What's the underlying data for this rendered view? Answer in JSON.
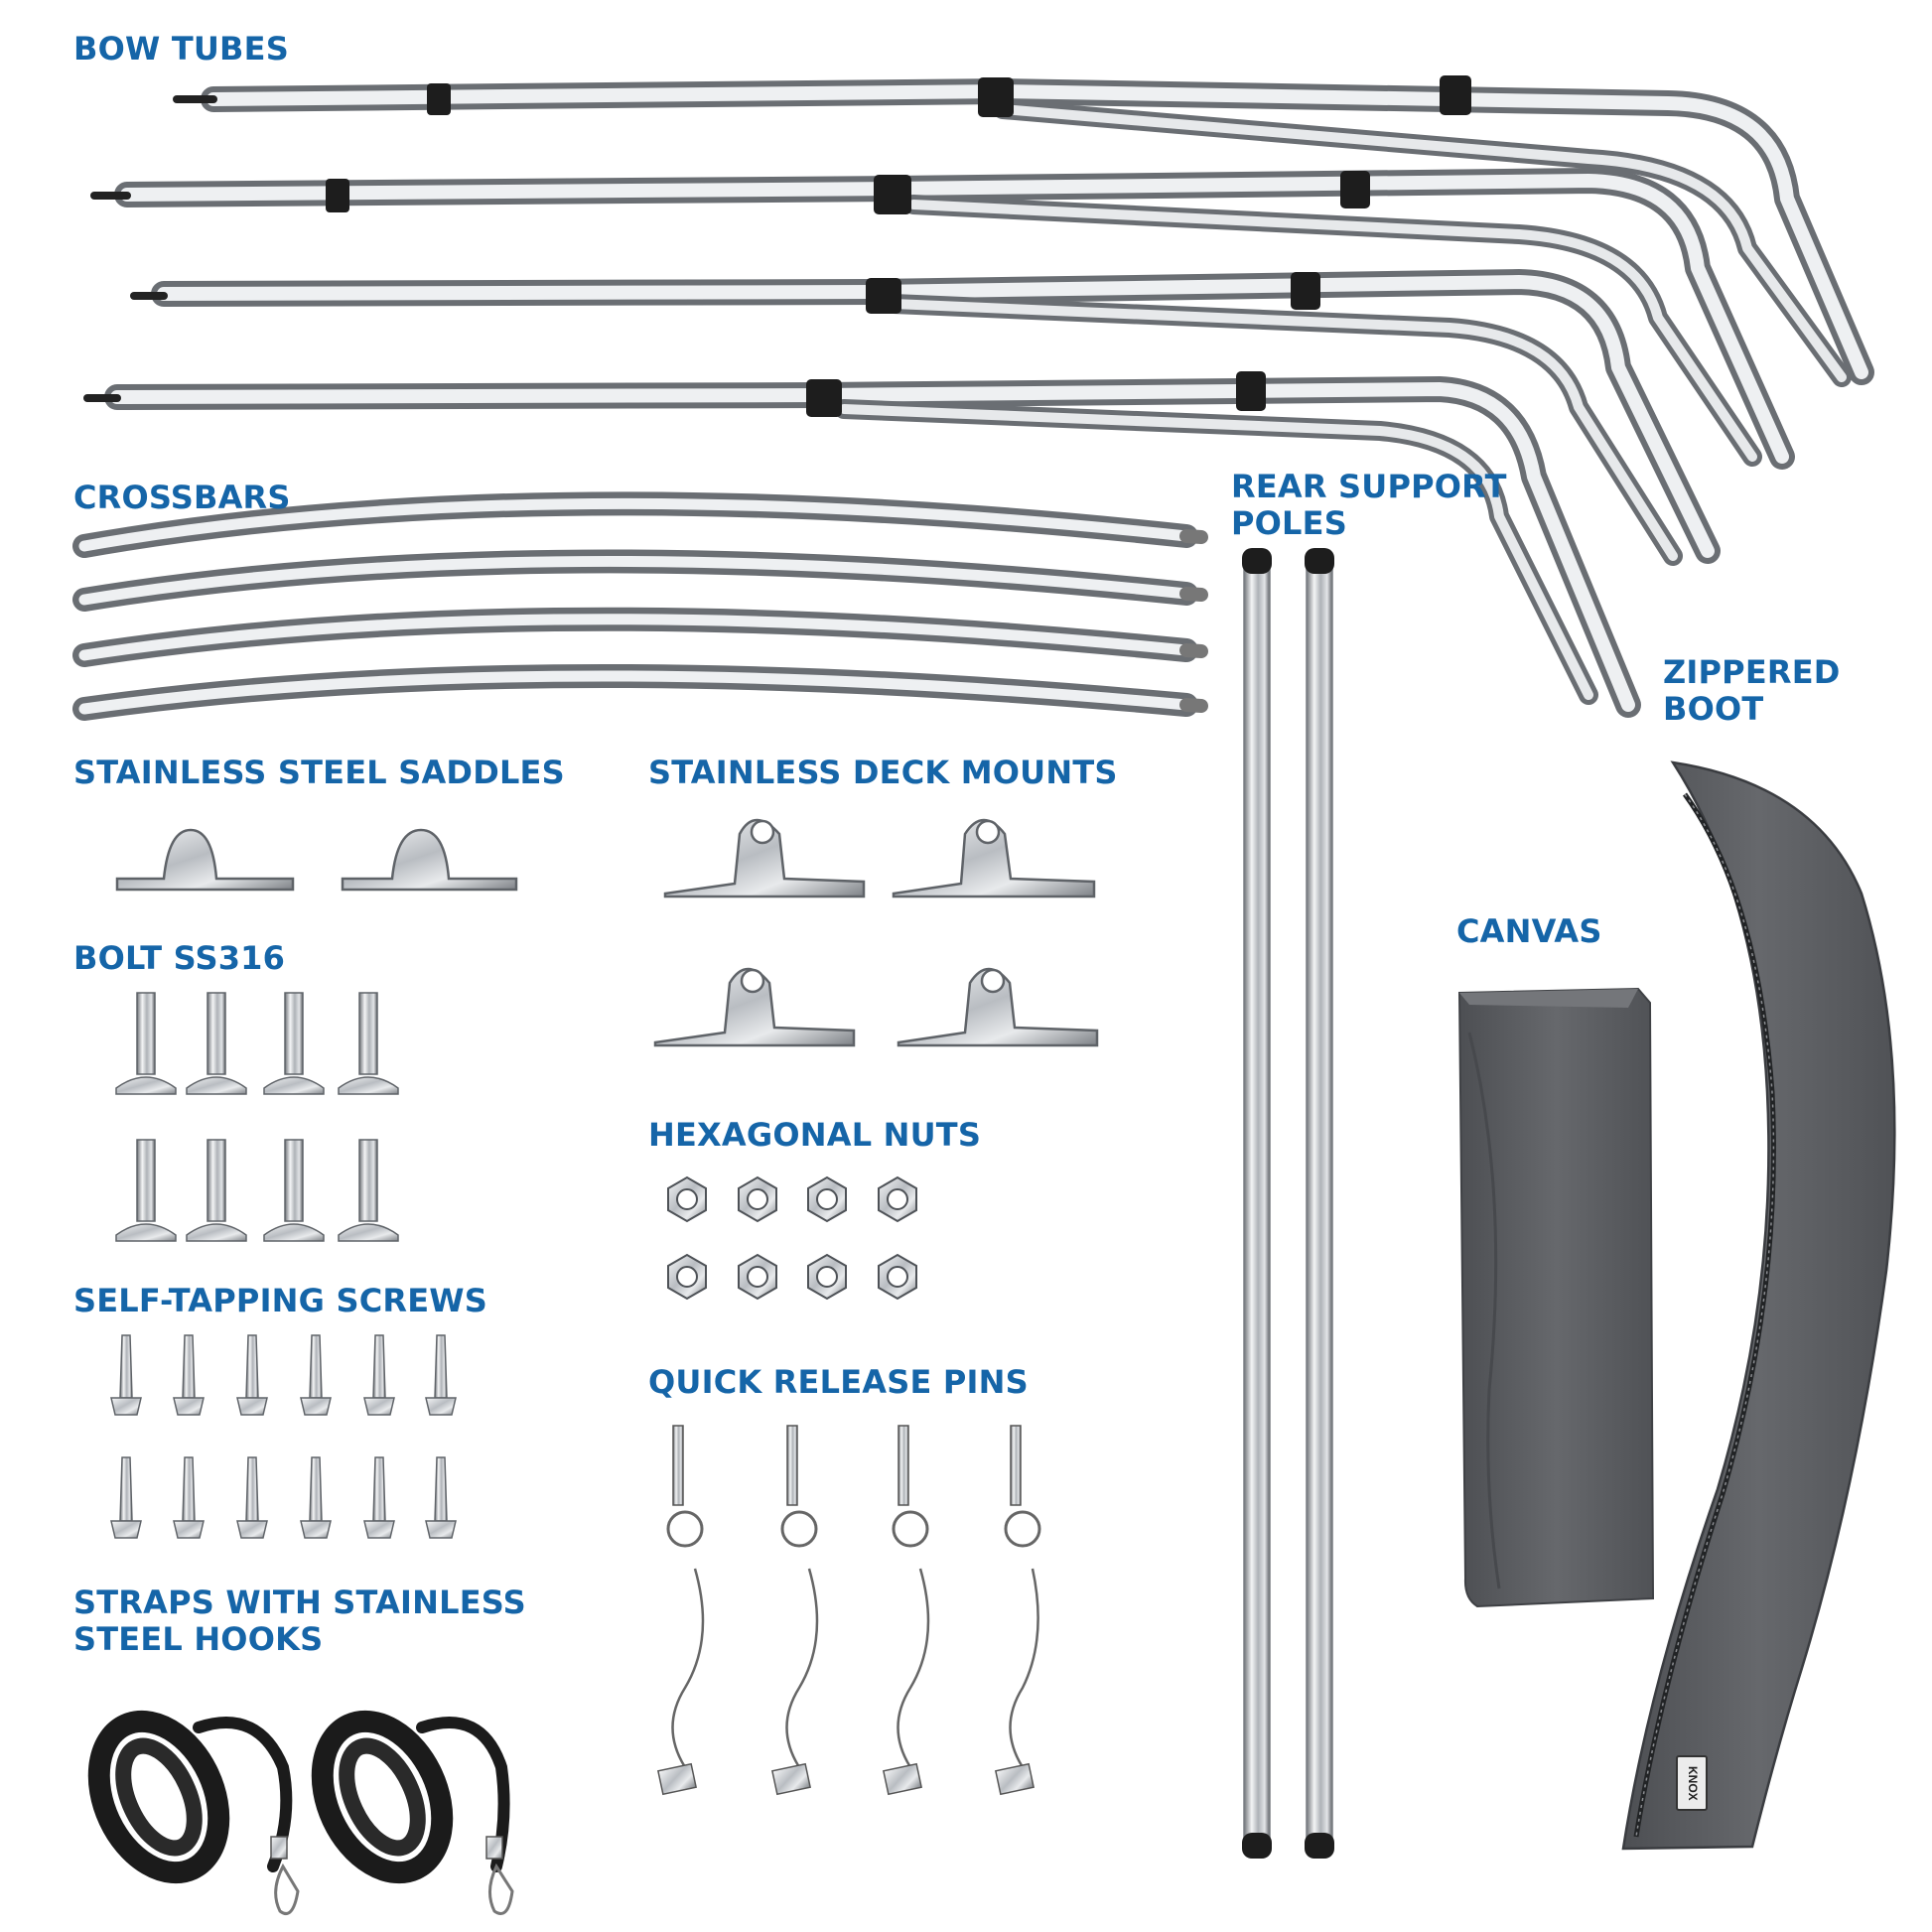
{
  "labels": {
    "bow_tubes": "BOW TUBES",
    "crossbars": "CROSSBARS",
    "rear_support_line1": "REAR SUPPORT",
    "rear_support_line2": "POLES",
    "zippered_line1": "ZIPPERED",
    "zippered_line2": "BOOT",
    "saddles": "STAINLESS STEEL SADDLES",
    "deck_mounts": "STAINLESS DECK MOUNTS",
    "bolt": "BOLT SS316",
    "canvas": "CANVAS",
    "hex_nuts": "HEXAGONAL NUTS",
    "screws": "SELF-TAPPING SCREWS",
    "pins": "QUICK RELEASE PINS",
    "straps_line1": "STRAPS WITH STAINLESS",
    "straps_line2": "STEEL HOOKS"
  },
  "boot_logo": "KNOX",
  "counts": {
    "bow_tubes": 4,
    "crossbars": 4,
    "rear_support_poles": 2,
    "saddles": 2,
    "deck_mounts": 4,
    "bolts": 8,
    "hex_nuts": 8,
    "screws": 12,
    "pins": 4,
    "straps": 2
  },
  "colors": {
    "label": "#1565a8",
    "canvas": "#5a5c60",
    "metal": "#c9ccd0",
    "strap": "#1b1b1b"
  }
}
